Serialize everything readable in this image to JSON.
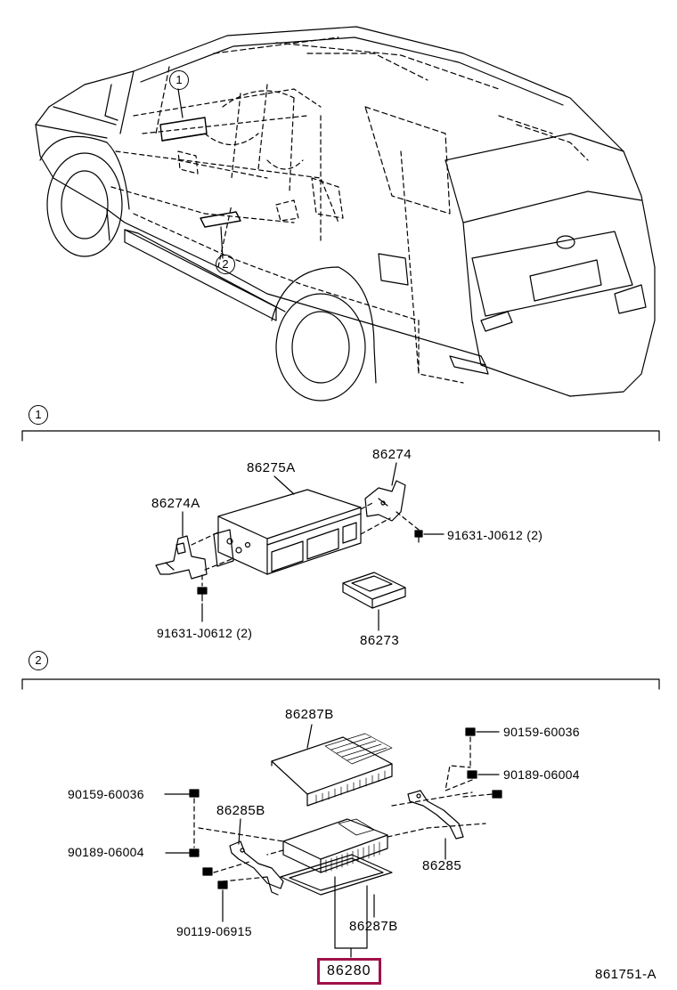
{
  "callouts": {
    "one": "1",
    "two": "2"
  },
  "section1": {
    "marker": "1",
    "parts": {
      "cd_changer": "86275A",
      "bracket_right": "86274",
      "bracket_left": "86274A",
      "screw_right": "91631-J0612 (2)",
      "screw_left": "91631-J0612 (2)",
      "module": "86273"
    }
  },
  "section2": {
    "marker": "2",
    "parts": {
      "cover_top": "86287B",
      "bolt_top_right": "90159-60036",
      "nut_right": "90189-06004",
      "bolt_left": "90159-60036",
      "bracket_left": "86285B",
      "nut_left": "90189-06004",
      "bracket_right": "86285",
      "screw_bottom": "90119-06915",
      "cover_bottom": "86287B",
      "amplifier": "86280"
    }
  },
  "diagram_id": "861751-A",
  "highlight_color": "#a0124a"
}
